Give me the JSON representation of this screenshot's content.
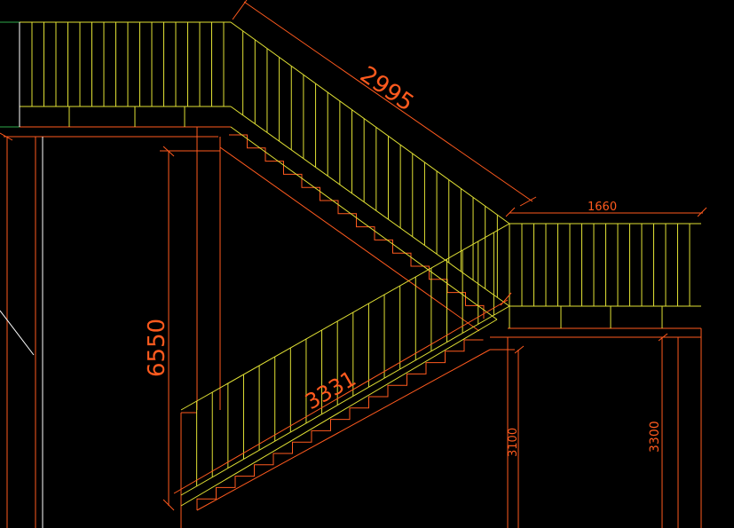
{
  "colors": {
    "background": "#000000",
    "structure": "#ff5a1e",
    "railing": "#e0e034",
    "white_line": "#ffffff",
    "green_line": "#2ea84a"
  },
  "dimensions": {
    "upper_flight": "2995",
    "landing": "1660",
    "lower_flight": "3331",
    "overall_height": "6550",
    "door_left": "3100",
    "door_right": "3300"
  }
}
